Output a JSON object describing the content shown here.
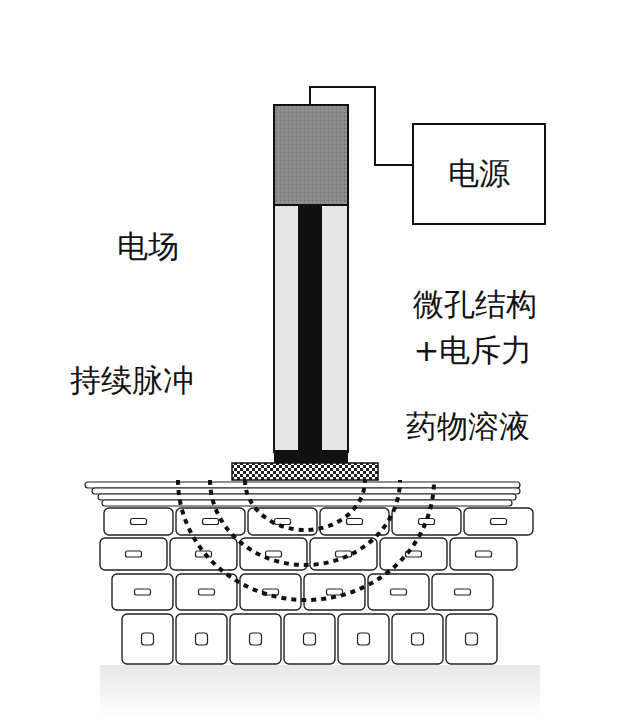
{
  "diagram": {
    "nodes": [
      {
        "text": [
          "电源"
        ]
      }
    ],
    "labels": [
      "电场",
      "持续脉冲",
      "微孔结构",
      "+电斥力",
      "药物溶液"
    ]
  }
}
